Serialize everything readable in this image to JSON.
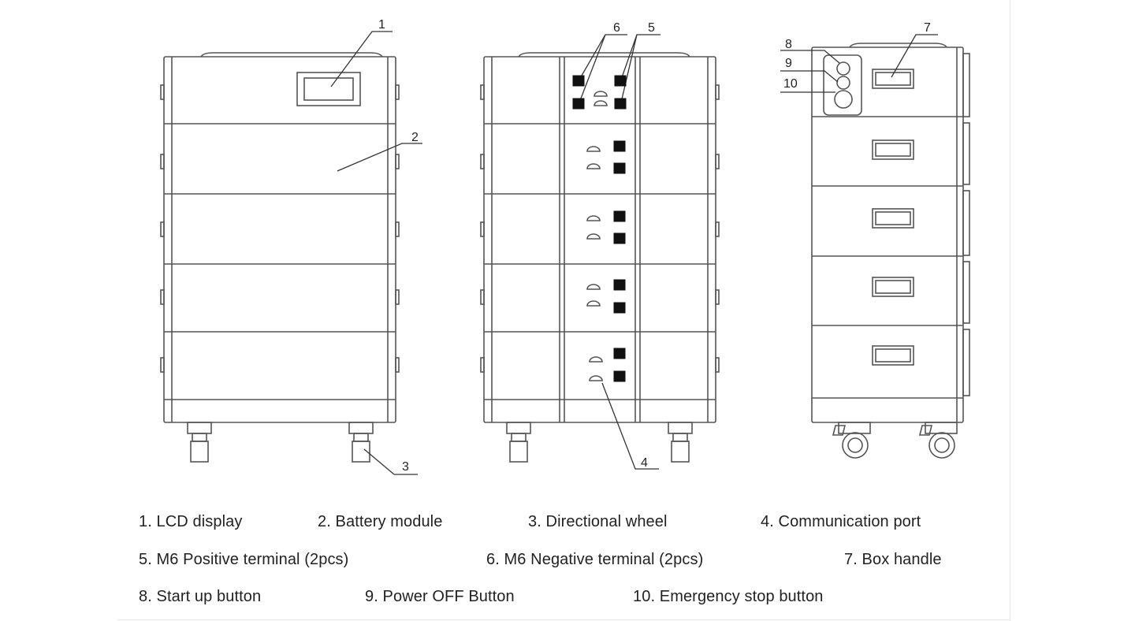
{
  "colors": {
    "stroke": "#555555",
    "terminal_fill": "#111111",
    "text": "#222222",
    "background": "#ffffff"
  },
  "callouts": {
    "c1": "1",
    "c2": "2",
    "c3": "3",
    "c4": "4",
    "c5": "5",
    "c6": "6",
    "c7": "7",
    "c8": "8",
    "c9": "9",
    "c10": "10"
  },
  "legend": {
    "r1": [
      "1. LCD display",
      "2. Battery module",
      "3. Directional wheel",
      "4. Communication port"
    ],
    "r2": [
      "5. M6 Positive terminal (2pcs)",
      "6. M6 Negative terminal (2pcs)",
      "7. Box handle"
    ],
    "r3": [
      "8. Start up button",
      "9. Power OFF Button",
      "10. Emergency stop button"
    ]
  }
}
